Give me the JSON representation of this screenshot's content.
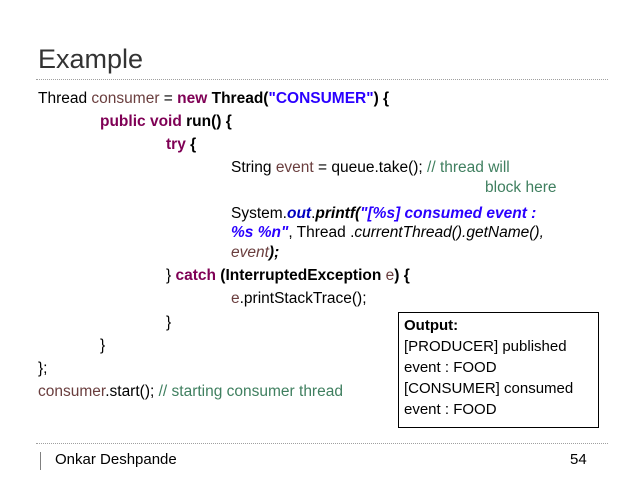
{
  "slide": {
    "title": "Example",
    "code": {
      "l1": [
        "Thread ",
        "consumer",
        " = ",
        "new",
        " ",
        "Thread(",
        "\"CONSUMER\"",
        ") {"
      ],
      "l2": [
        "public void",
        " run() {"
      ],
      "l3": [
        "try",
        " {"
      ],
      "l4": [
        "String ",
        "event",
        " = queue.take(); ",
        "// thread will"
      ],
      "l5": [
        "block here"
      ],
      "l6": [
        "System.",
        "out",
        ".",
        "printf(",
        "\"[%s] consumed event :"
      ],
      "l7": [
        "%s %n\"",
        ", Thread .",
        "currentThread().getName(),"
      ],
      "l8": [
        "event",
        ");"
      ],
      "l9": [
        "}  ",
        "catch",
        " (InterruptedException ",
        "e",
        ") {"
      ],
      "l10": [
        "e",
        ".printStackTrace();"
      ],
      "l11": [
        "}"
      ],
      "l12": [
        "}"
      ],
      "l13": [
        "};"
      ],
      "l14": [
        "consumer",
        ".start(); ",
        "// starting consumer thread"
      ]
    },
    "output": {
      "heading": "Output:",
      "lines": [
        "[PRODUCER] published",
        "event : FOOD",
        "[CONSUMER] consumed",
        "event : FOOD"
      ]
    },
    "footer": {
      "author": "Onkar Deshpande",
      "page": "54"
    }
  },
  "colors": {
    "keyword": "#7f0055",
    "variable": "#6a3e3e",
    "string": "#2a00ff",
    "comment": "#3f7f5f",
    "field": "#0000c0"
  }
}
